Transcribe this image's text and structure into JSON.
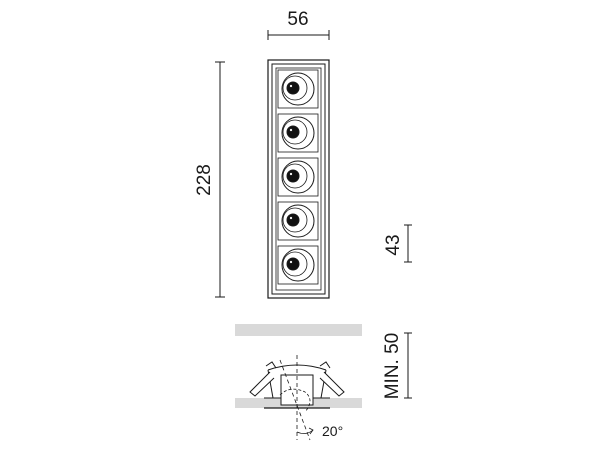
{
  "drawing": {
    "dimensions": {
      "width": "56",
      "height": "228",
      "depth": "43",
      "min_ceiling": "MIN. 50",
      "tilt_angle": "20°"
    },
    "module_count": 5,
    "colors": {
      "line": "#1a1a1a",
      "ceiling": "#d9d9d9",
      "background": "#ffffff"
    }
  }
}
